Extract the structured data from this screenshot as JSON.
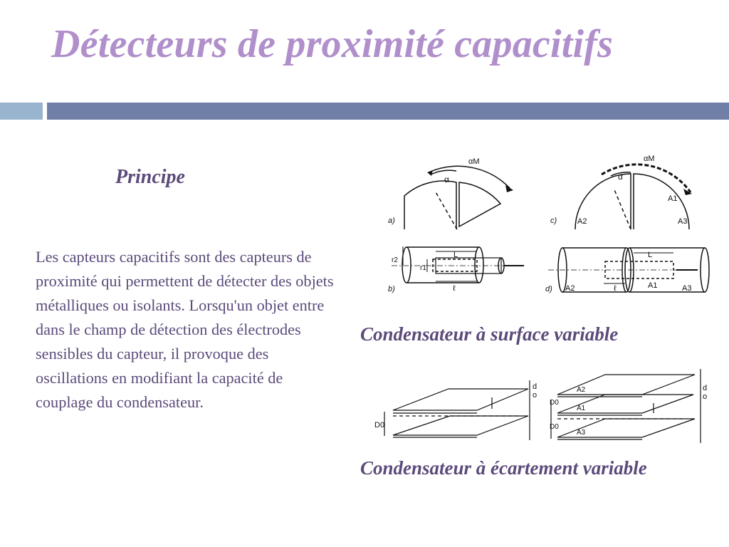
{
  "slide": {
    "title": "Détecteurs de proximité capacitifs",
    "subtitle": "Principe",
    "body": "Les capteurs capacitifs sont des capteurs de proximité qui permettent de détecter des objets métalliques ou isolants. Lorsqu'un objet entre dans le champ de détection des électrodes sensibles du capteur, il provoque des oscillations en modifiant la capacité de couplage du condensateur.",
    "caption_surface": "Condensateur à surface variable",
    "caption_gap": "Condensateur à écartement variable"
  },
  "figure_surface": {
    "a": {
      "tag": "a)",
      "alpha": "α",
      "alpha_m": "αM"
    },
    "b": {
      "tag": "b)",
      "r2": "r2",
      "r1": "r1",
      "L": "L",
      "l": "ℓ"
    },
    "c": {
      "tag": "c)",
      "alpha": "α",
      "alpha_m": "αM",
      "a1": "A1",
      "a2": "A2",
      "a3": "A3"
    },
    "d": {
      "tag": "d)",
      "L": "L",
      "l": "ℓ",
      "a1": "A1",
      "a2": "A2",
      "a3": "A3"
    }
  },
  "figure_gap": {
    "left": {
      "d": "d",
      "o": "o",
      "d0": "D0"
    },
    "right": {
      "a1": "A1",
      "a2": "A2",
      "a3": "A3",
      "d": "d",
      "o": "o",
      "d0_top": "D0",
      "d0_bottom": "D0"
    }
  },
  "colors": {
    "title": "#B08FCB",
    "text": "#5C4A7A",
    "band_left": "#98B4CF",
    "band_right": "#6F7FA6"
  }
}
